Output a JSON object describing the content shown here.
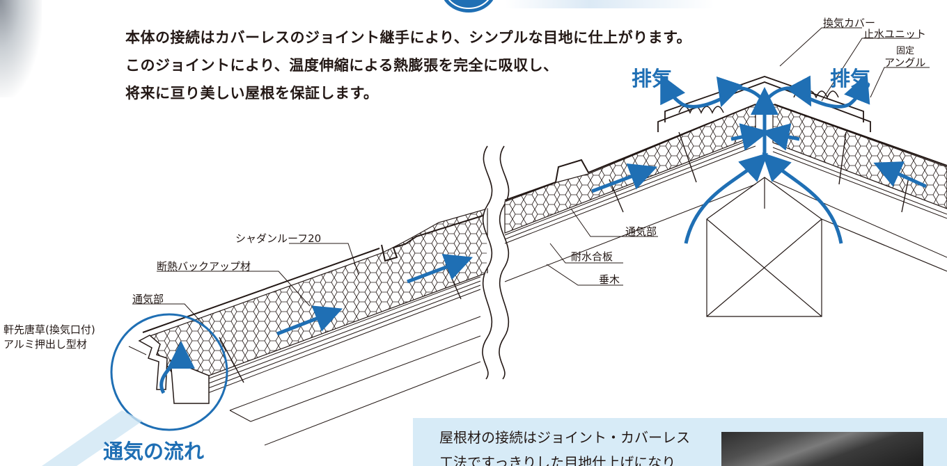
{
  "intro": {
    "line1": "本体の接続はカバーレスのジョイント継手により、シンプルな目地に仕上がります。",
    "line2": "このジョイントにより、温度伸縮による熱膨張を完全に吸収し、",
    "line3": "将来に亘り美しい屋根を保証します。"
  },
  "labels": {
    "kanki_cover": "換気カバー",
    "shisui_unit": "止水ユニット",
    "kotei": "固定",
    "angle": "アングル",
    "haiki_left": "排気",
    "haiki_right": "排気",
    "tsuki_right": "通気部",
    "taisui": "耐水合板",
    "taruki": "垂木",
    "shadan": "シャダンルーフ20",
    "dannetsu": "断熱バックアップ材",
    "tsuki_left": "通気部",
    "nokisaki_1": "軒先唐草(換気口付)",
    "nokisaki_2": "アルミ押出し型材",
    "flow": "通気の流れ"
  },
  "note": {
    "line1": "屋根材の接続はジョイント・カバーレス",
    "line2": "工法ですっきりした目地仕上げになり"
  },
  "colors": {
    "accent_blue": "#1f6fb4",
    "note_bg": "#d7ebf7",
    "line": "#231815"
  },
  "icons": [
    "flow-arrow-icon",
    "wave-break-icon",
    "screw-icon"
  ]
}
